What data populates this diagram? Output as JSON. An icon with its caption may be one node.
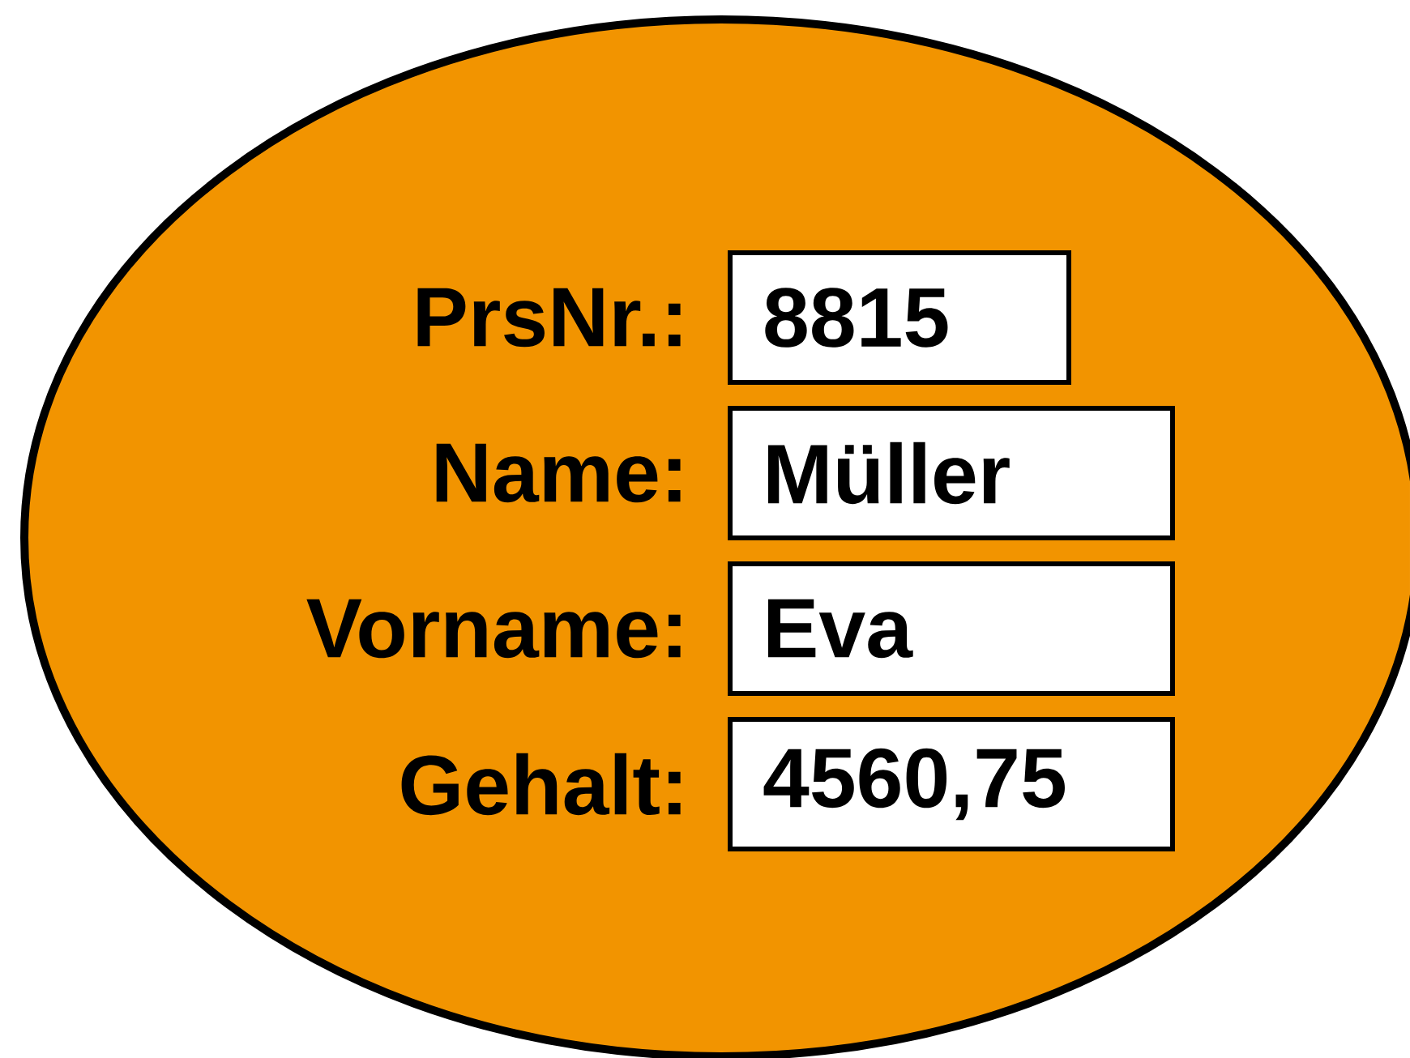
{
  "diagram": {
    "nodes": [
      {
        "text": [
          "PrsNr.:",
          "Name:",
          "Vorname:",
          "Gehalt:"
        ]
      },
      {
        "text": [
          "8815"
        ],
        "in": 0
      },
      {
        "text": [
          "Müller"
        ],
        "in": 0
      },
      {
        "text": [
          "Eva"
        ],
        "in": 0
      },
      {
        "text": [
          "4560,75"
        ],
        "in": 0
      }
    ]
  }
}
